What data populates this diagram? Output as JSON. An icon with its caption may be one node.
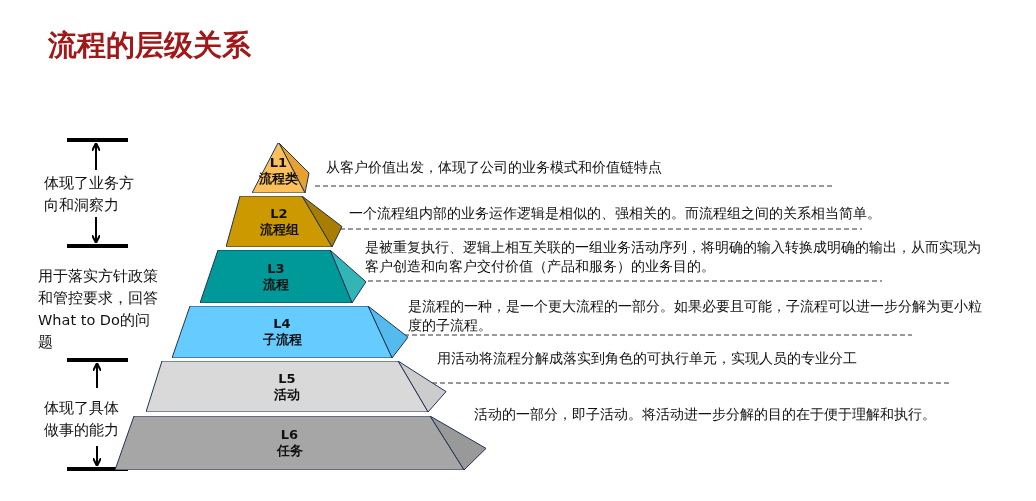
{
  "diagram": {
    "title": "流程的层级关系",
    "nodes": [
      {
        "text": [
          "L1",
          "流程类"
        ],
        "beside": [
          "从客户价值出发，体现了公司的业务模式和价值链特点"
        ]
      },
      {
        "text": [
          "L2",
          "流程组"
        ],
        "beside": [
          "一个流程组内部的业务运作逻辑是相似的、强相关的。而流程组之间的关系相当简单。"
        ]
      },
      {
        "text": [
          "L3",
          "流程"
        ],
        "beside": [
          "是被重复执行、逻辑上相互关联的一组业务活动序列，将明确的输入转换成明确的输出，从而实现为客户创造和向客户交付价值（产品和服务）的业务目的。"
        ]
      },
      {
        "text": [
          "L4",
          "子流程"
        ],
        "beside": [
          "是流程的一种，是一个更大流程的一部分。如果必要且可能，子流程可以进一步分解为更小粒度的子流程。"
        ]
      },
      {
        "text": [
          "L5",
          "活动"
        ],
        "beside": [
          "用活动将流程分解成落实到角色的可执行单元，实现人员的专业分工"
        ]
      },
      {
        "text": [
          "L6",
          "任务"
        ],
        "beside": [
          "活动的一部分，即子活动。将活动进一步分解的目的在于便于理解和执行。"
        ]
      }
    ],
    "edges": [],
    "labels": [
      "体现了业务方向和洞察力",
      "用于落实方针政策和管控要求，回答What to Do的问题",
      "体现了具体做事的能力"
    ]
  }
}
